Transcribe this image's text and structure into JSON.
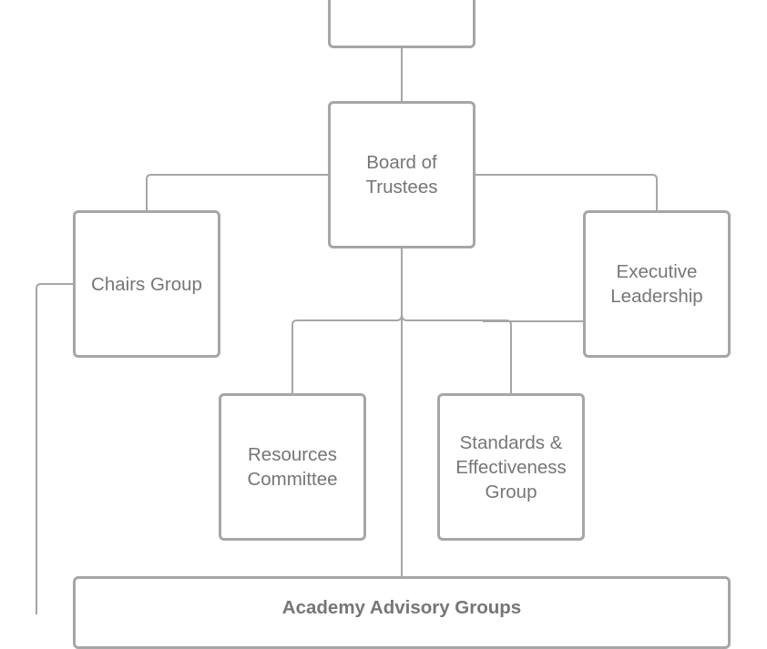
{
  "diagram": {
    "type": "org-chart",
    "nodes": {
      "top": {
        "label": ""
      },
      "board": {
        "label": "Board of Trustees"
      },
      "chairs": {
        "label": "Chairs Group"
      },
      "executive": {
        "label": "Executive Leadership"
      },
      "resources": {
        "label": "Resources Committee"
      },
      "standards": {
        "label": "Standards & Effectiveness Group"
      },
      "academy": {
        "label": "Academy Advisory Groups"
      }
    },
    "edges": [
      [
        "top",
        "board"
      ],
      [
        "board",
        "chairs"
      ],
      [
        "board",
        "executive"
      ],
      [
        "board",
        "resources"
      ],
      [
        "board",
        "standards"
      ],
      [
        "board",
        "academy"
      ],
      [
        "executive",
        "standards"
      ],
      [
        "chairs",
        "academy"
      ]
    ],
    "colors": {
      "border": "#a6a6a6",
      "text": "#767676",
      "background": "#ffffff"
    }
  }
}
